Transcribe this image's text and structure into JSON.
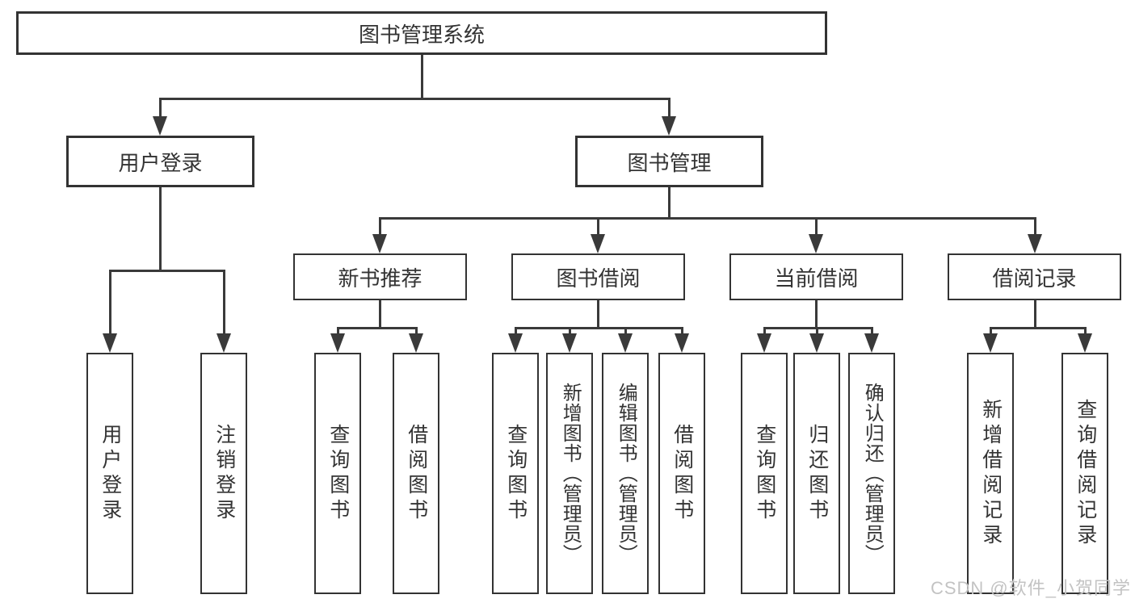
{
  "title": "图书管理系统",
  "watermark": "CSDN @软件_小贺同学",
  "colors": {
    "line": "#3a3a3a",
    "box_border": "#333333",
    "text": "#333333",
    "background": "#ffffff",
    "watermark": "#c3c3c3"
  },
  "nodes": {
    "root": "图书管理系统",
    "user_login": "用户登录",
    "book_management": "图书管理",
    "new_book_recommend": "新书推荐",
    "book_borrowing": "图书借阅",
    "current_borrowing": "当前借阅",
    "borrowing_records": "借阅记录",
    "leaf_user_login": "用户登录",
    "leaf_logout_login": "注销登录",
    "leaf_nbr_query_books": "查询图书",
    "leaf_nbr_borrow_books": "借阅图书",
    "leaf_bb_query_books": "查询图书",
    "leaf_bb_add_books_admin": "新增图书（管理员）",
    "leaf_bb_edit_books_admin": "编辑图书（管理员）",
    "leaf_bb_borrow_books": "借阅图书",
    "leaf_cb_query_books": "查询图书",
    "leaf_cb_return_books": "归还图书",
    "leaf_cb_confirm_return_admin": "确认归还（管理员）",
    "leaf_br_add_record": "新增借阅记录",
    "leaf_br_query_record": "查询借阅记录"
  },
  "edges": [
    [
      "root",
      "user_login"
    ],
    [
      "root",
      "book_management"
    ],
    [
      "user_login",
      "leaf_user_login"
    ],
    [
      "user_login",
      "leaf_logout_login"
    ],
    [
      "book_management",
      "new_book_recommend"
    ],
    [
      "book_management",
      "book_borrowing"
    ],
    [
      "book_management",
      "current_borrowing"
    ],
    [
      "book_management",
      "borrowing_records"
    ],
    [
      "new_book_recommend",
      "leaf_nbr_query_books"
    ],
    [
      "new_book_recommend",
      "leaf_nbr_borrow_books"
    ],
    [
      "book_borrowing",
      "leaf_bb_query_books"
    ],
    [
      "book_borrowing",
      "leaf_bb_add_books_admin"
    ],
    [
      "book_borrowing",
      "leaf_bb_edit_books_admin"
    ],
    [
      "book_borrowing",
      "leaf_bb_borrow_books"
    ],
    [
      "current_borrowing",
      "leaf_cb_query_books"
    ],
    [
      "current_borrowing",
      "leaf_cb_return_books"
    ],
    [
      "current_borrowing",
      "leaf_cb_confirm_return_admin"
    ],
    [
      "borrowing_records",
      "leaf_br_add_record"
    ],
    [
      "borrowing_records",
      "leaf_br_query_record"
    ]
  ]
}
